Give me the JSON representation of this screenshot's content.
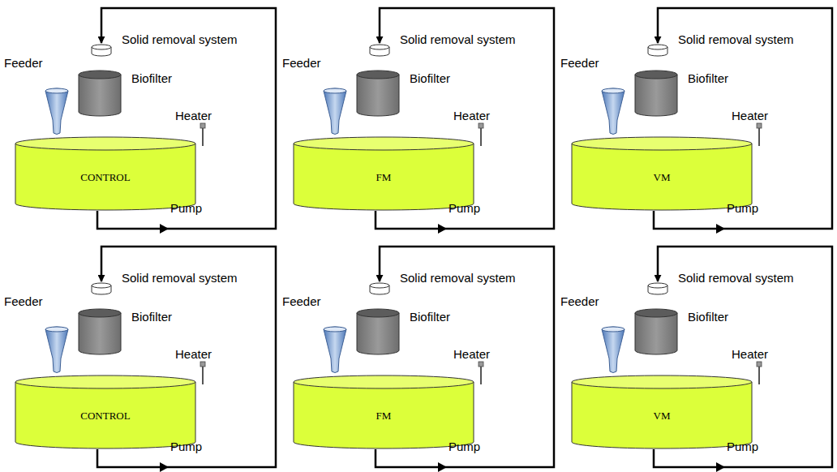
{
  "diagram": {
    "nodes": [
      {
        "text": [
          "Solid removal system"
        ]
      },
      {
        "text": [
          "Biofilter"
        ]
      },
      {
        "text": [
          "CONTROL"
        ]
      },
      {
        "text": [
          "Solid removal system"
        ]
      },
      {
        "text": [
          "Biofilter"
        ]
      },
      {
        "text": [
          "FM"
        ]
      },
      {
        "text": [
          "Solid removal system"
        ]
      },
      {
        "text": [
          "Biofilter"
        ]
      },
      {
        "text": [
          "VM"
        ]
      },
      {
        "text": [
          "Solid removal system"
        ]
      },
      {
        "text": [
          "Biofilter"
        ]
      },
      {
        "text": [
          "CONTROL"
        ]
      },
      {
        "text": [
          "Solid removal system"
        ]
      },
      {
        "text": [
          "Biofilter"
        ]
      },
      {
        "text": [
          "FM"
        ]
      },
      {
        "text": [
          "Solid removal system"
        ]
      },
      {
        "text": [
          "Biofilter"
        ]
      },
      {
        "text": [
          "VM"
        ]
      }
    ],
    "edges": [
      {
        "from": 2,
        "to": 0,
        "label": "Pump",
        "arrow": "to"
      },
      {
        "from": 5,
        "to": 3,
        "label": "Pump",
        "arrow": "to"
      },
      {
        "from": 8,
        "to": 6,
        "label": "Pump",
        "arrow": "to"
      },
      {
        "from": 11,
        "to": 9,
        "label": "Pump",
        "arrow": "to"
      },
      {
        "from": 14,
        "to": 12,
        "label": "Pump",
        "arrow": "to"
      },
      {
        "from": 17,
        "to": 15,
        "label": "Pump",
        "arrow": "to"
      }
    ],
    "labels": [
      "Feeder",
      "Heater",
      "Feeder",
      "Heater",
      "Feeder",
      "Heater",
      "Feeder",
      "Heater",
      "Feeder",
      "Heater",
      "Feeder",
      "Heater"
    ]
  }
}
